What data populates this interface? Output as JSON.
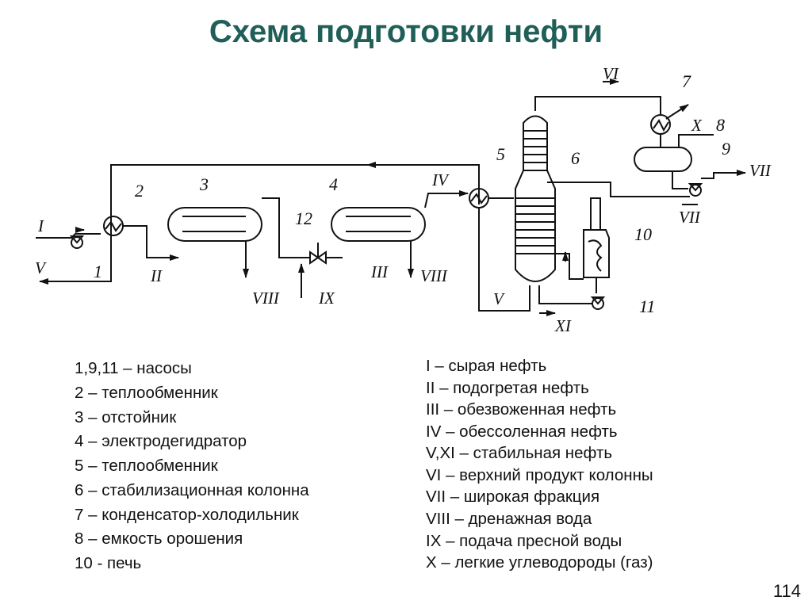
{
  "title": "Схема подготовки нефти",
  "title_color": "#1f5f57",
  "diagram": {
    "numbers": [
      "1",
      "2",
      "3",
      "4",
      "5",
      "6",
      "7",
      "8",
      "9",
      "10",
      "11",
      "12"
    ],
    "streams": [
      "I",
      "II",
      "III",
      "IV",
      "V",
      "VI",
      "VII",
      "VIII",
      "IX",
      "X",
      "XI"
    ]
  },
  "legend_left": [
    "1,9,11 – насосы",
    "2 – теплообменник",
    "3 – отстойник",
    "4 – электродегидратор",
    "5 – теплообменник",
    "6 – стабилизационная колонна",
    "7 – конденсатор-холодильник",
    "8 – емкость орошения",
    "10 - печь"
  ],
  "legend_right": [
    "I – сырая нефть",
    "II – подогретая нефть",
    "III – обезвоженная нефть",
    "IV – обессоленная нефть",
    "V,XI – стабильная нефть",
    "VI – верхний продукт колонны",
    "VII – широкая фракция",
    "VIII – дренажная вода",
    "IX – подача пресной воды",
    "X – легкие углеводороды (газ)"
  ],
  "page_number": "114"
}
